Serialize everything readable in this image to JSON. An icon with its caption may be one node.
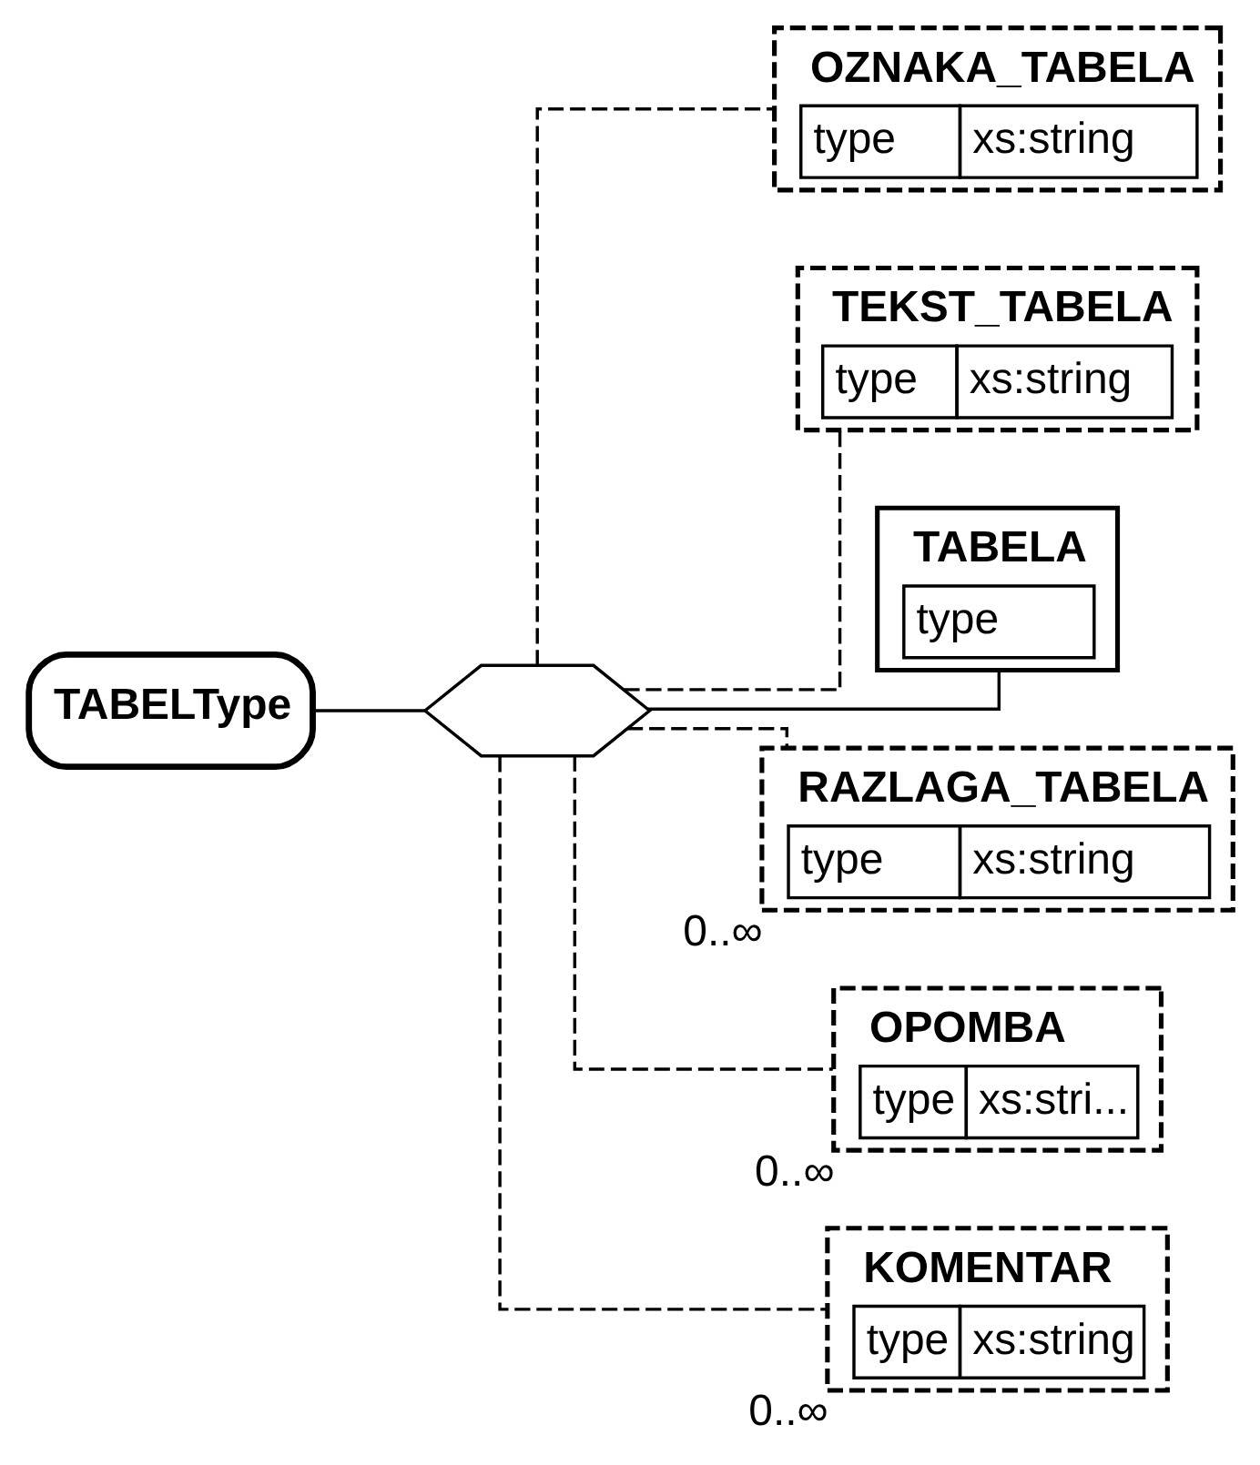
{
  "diagram": {
    "nodes": [
      {
        "text": [
          "TABELType"
        ]
      },
      {
        "text": [],
        "shape": "hexagon"
      },
      {
        "text": [
          "OZNAKA_TABELA",
          "type",
          "xs:string"
        ]
      },
      {
        "text": [
          "TEKST_TABELA",
          "type",
          "xs:string"
        ]
      },
      {
        "text": [
          "TABELA",
          "type"
        ]
      },
      {
        "text": [
          "RAZLAGA_TABELA",
          "type",
          "xs:string"
        ],
        "beside": [
          "0..∞"
        ]
      },
      {
        "text": [
          "OPOMBA",
          "type",
          "xs:stri..."
        ],
        "beside": [
          "0..∞"
        ]
      },
      {
        "text": [
          "KOMENTAR",
          "type",
          "xs:string"
        ],
        "beside": [
          "0..∞"
        ]
      }
    ],
    "edges": [
      {
        "from": 0,
        "to": 1,
        "arrow": "none"
      },
      {
        "from": 1,
        "to": 2,
        "arrow": "none",
        "style": "dashed"
      },
      {
        "from": 1,
        "to": 3,
        "arrow": "none",
        "style": "dashed"
      },
      {
        "from": 1,
        "to": 4,
        "arrow": "none"
      },
      {
        "from": 1,
        "to": 5,
        "arrow": "none",
        "style": "dashed"
      },
      {
        "from": 1,
        "to": 6,
        "arrow": "none",
        "style": "dashed"
      },
      {
        "from": 1,
        "to": 7,
        "arrow": "none",
        "style": "dashed"
      }
    ]
  }
}
